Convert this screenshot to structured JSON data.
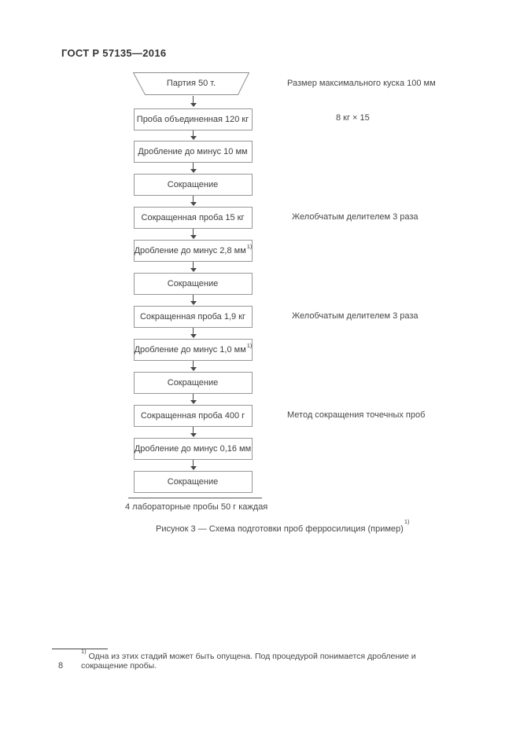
{
  "page": {
    "header": "ГОСТ Р 57135—2016",
    "page_number": "8"
  },
  "flowchart": {
    "start": {
      "label": "Партия 50 т."
    },
    "boxes": [
      {
        "label": "Проба объединенная 120 кг",
        "sup": ""
      },
      {
        "label": "Дробление до минус 10 мм",
        "sup": ""
      },
      {
        "label": "Сокращение",
        "sup": ""
      },
      {
        "label": "Сокращенная проба 15 кг",
        "sup": ""
      },
      {
        "label": "Дробление до минус 2,8 мм",
        "sup": "1)"
      },
      {
        "label": "Сокращение",
        "sup": ""
      },
      {
        "label": "Сокращенная проба 1,9 кг",
        "sup": ""
      },
      {
        "label": "Дробление до минус 1,0 мм",
        "sup": "1)"
      },
      {
        "label": "Сокращение",
        "sup": ""
      },
      {
        "label": "Сокращенная проба 400 г",
        "sup": ""
      },
      {
        "label": "Дробление до минус 0,16 мм",
        "sup": ""
      },
      {
        "label": "Сокращение",
        "sup": ""
      }
    ],
    "annotations": [
      {
        "text": "Размер максимального куска 100 мм"
      },
      {
        "text": "8 кг × 15"
      },
      {
        "text": "Желобчатым делителем 3 раза"
      },
      {
        "text": "Желобчатым делителем 3 раза"
      },
      {
        "text": "Метод сокращения точечных проб"
      }
    ],
    "result_label": "4 лабораторные пробы 50 г каждая"
  },
  "caption": {
    "text": "Рисунок 3 — Схема подготовки проб ферросилиция (пример)",
    "sup": "1)"
  },
  "footnote": {
    "sup": "1)",
    "text": "Одна из этих стадий может быть опущена. Под процедурой понимается дробление и сокращение пробы."
  },
  "colors": {
    "text": "#3e3e3e",
    "box_border": "#979797",
    "arrow": "#4a4a4a",
    "background": "#ffffff"
  }
}
